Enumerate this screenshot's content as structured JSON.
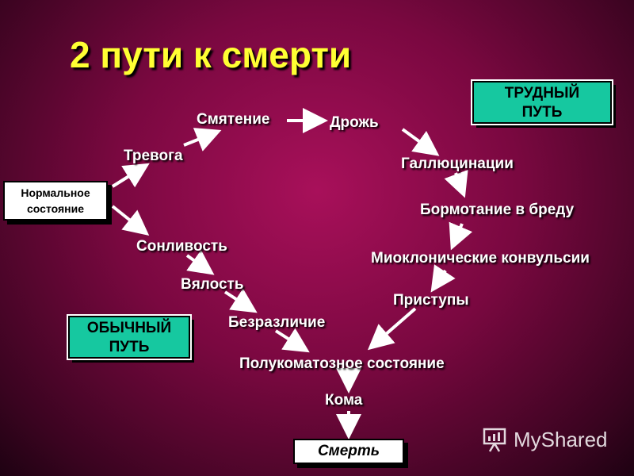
{
  "title": "2 пути к смерти",
  "start": "Нормальное состояние",
  "hard_path": {
    "label_line1": "ТРУДНЫЙ",
    "label_line2": "ПУТЬ",
    "steps": [
      "Тревога",
      "Смятение",
      "Дрожь",
      "Галлюцинации",
      "Бормотание в бреду",
      "Миоклонические конвульсии",
      "Приступы"
    ]
  },
  "easy_path": {
    "label_line1": "ОБЫЧНЫЙ",
    "label_line2": "ПУТЬ",
    "steps": [
      "Сонливость",
      "Вялость",
      "Безразличие"
    ]
  },
  "end_steps": [
    "Полукоматозное состояние",
    "Кома",
    "Смерть"
  ],
  "watermark": "MyShared",
  "colors": {
    "title": "#ffff33",
    "label_box": "#16c8a0",
    "arrow": "#ffffff"
  }
}
